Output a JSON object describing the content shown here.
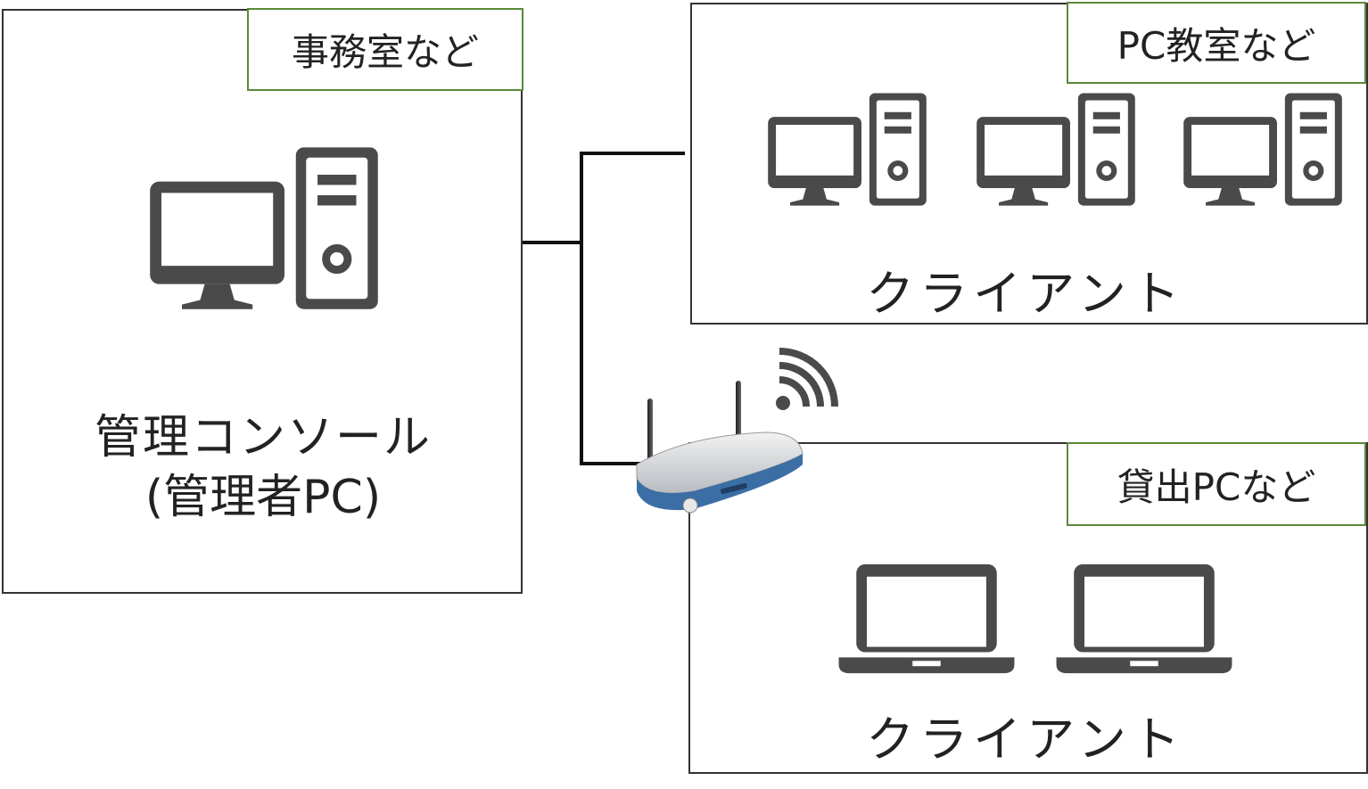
{
  "office": {
    "tag": "事務室など",
    "label_line1": "管理コンソール",
    "label_line2": "(管理者PC)",
    "icon": "desktop-pc-icon"
  },
  "pc_room": {
    "tag": "PC教室など",
    "label": "クライアント",
    "icon": "desktop-pc-icon",
    "count": 3
  },
  "loan": {
    "tag": "貸出PCなど",
    "label": "クライアント",
    "icon": "laptop-icon",
    "count": 2
  },
  "router": {
    "icon": "wifi-router-icon",
    "signal_icon": "wifi-signal-icon"
  },
  "colors": {
    "icon": "#4a4a4a",
    "tag_border": "#5a8a3a",
    "router_blue": "#3a6ea5"
  }
}
